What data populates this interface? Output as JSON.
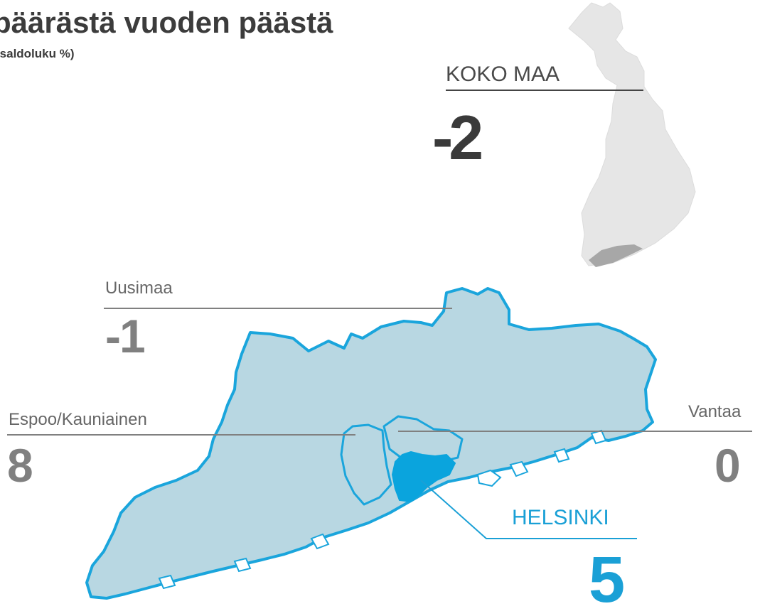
{
  "title": "päärästä vuoden päästä",
  "subtitle": "(saldoluku %)",
  "colors": {
    "region_fill": "#b8d7e2",
    "region_stroke": "#1aa5dc",
    "helsinki_fill": "#0aa4dd",
    "finland_fill": "#e6e6e6",
    "label_gray": "#808080",
    "helsinki_accent": "#1aa0d6"
  },
  "regions": [
    {
      "id": "koko-maa",
      "label": "KOKO MAA",
      "value": "-2"
    },
    {
      "id": "uusimaa",
      "label": "Uusimaa",
      "value": "-1"
    },
    {
      "id": "espoo",
      "label": "Espoo/Kauniainen",
      "value": "8"
    },
    {
      "id": "vantaa",
      "label": "Vantaa",
      "value": "0"
    },
    {
      "id": "helsinki",
      "label": "HELSINKI",
      "value": "5"
    }
  ]
}
